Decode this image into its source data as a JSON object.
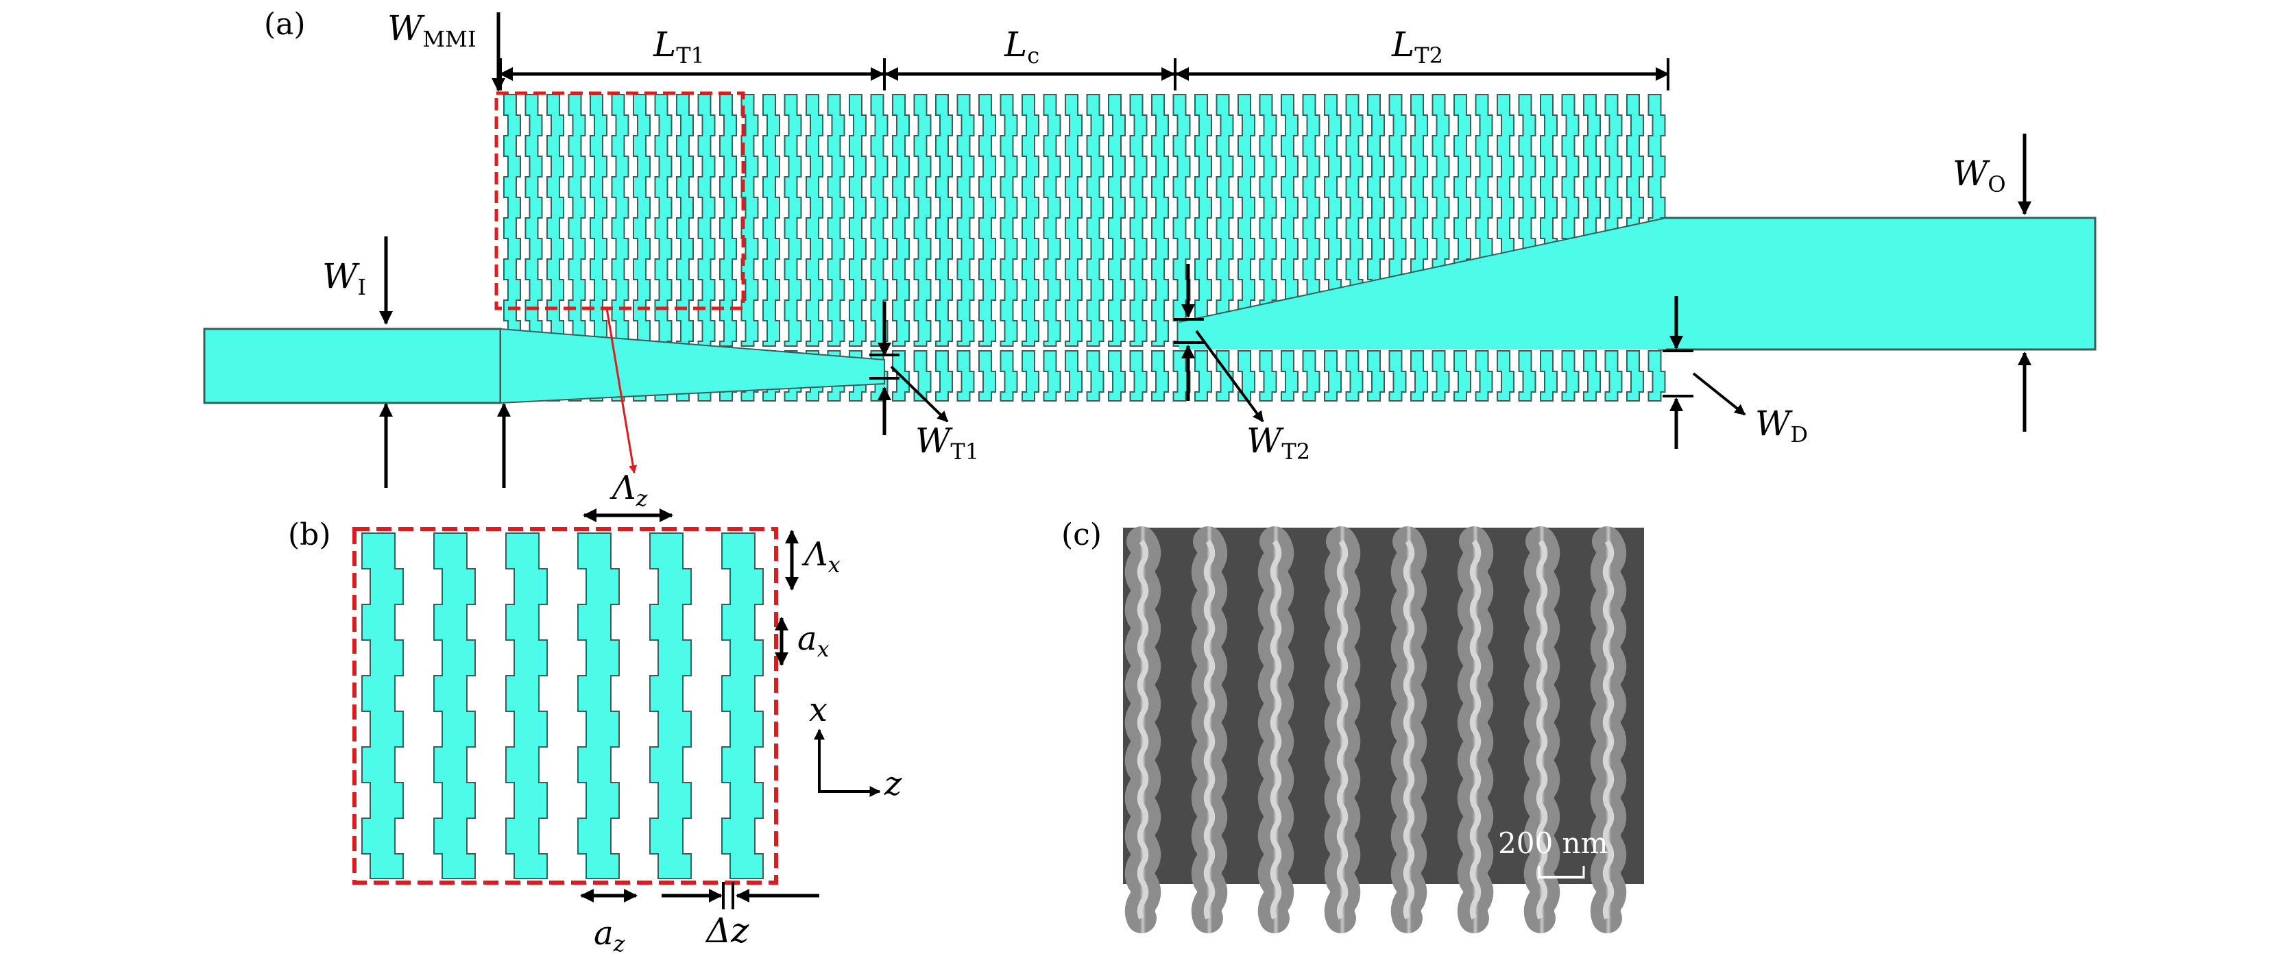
{
  "panels": {
    "a": {
      "label": "(a)"
    },
    "b": {
      "label": "(b)"
    },
    "c": {
      "label": "(c)"
    }
  },
  "labels_a": {
    "w_mmi": {
      "main": "W",
      "sub": "MMI"
    },
    "l_t1": {
      "main": "L",
      "sub": "T1"
    },
    "l_c": {
      "main": "L",
      "sub": "c"
    },
    "l_t2": {
      "main": "L",
      "sub": "T2"
    },
    "w_i": {
      "main": "W",
      "sub": "I"
    },
    "w_o": {
      "main": "W",
      "sub": "O"
    },
    "w_t1": {
      "main": "W",
      "sub": "T1"
    },
    "w_t2": {
      "main": "W",
      "sub": "T2"
    },
    "w_d": {
      "main": "W",
      "sub": "D"
    }
  },
  "labels_b": {
    "lambda_z": {
      "main": "Λ",
      "sub": "z"
    },
    "lambda_x": {
      "main": "Λ",
      "sub": "x"
    },
    "a_x": {
      "main": "a",
      "sub": "x"
    },
    "a_z": {
      "main": "a",
      "sub": "z"
    },
    "delta_z": "Δz",
    "axis_x": "x",
    "axis_z": "z"
  },
  "labels_c": {
    "scale_bar": "200 nm"
  },
  "colors": {
    "waveguide": "#4dfbe9",
    "outline": "#3a5f5a",
    "highlight": "#e11b1b",
    "sem_bg": "#4a4a4a",
    "sem_ridge": "#a9a9a9"
  }
}
